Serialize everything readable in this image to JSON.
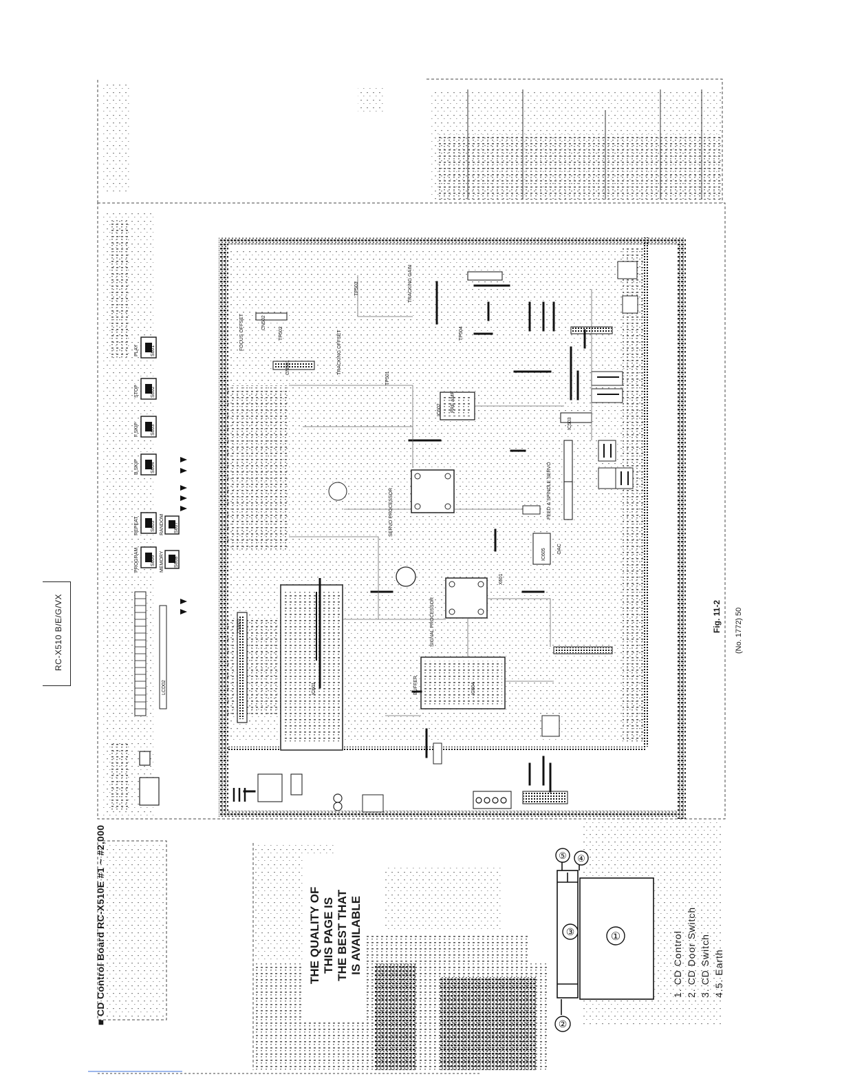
{
  "header": {
    "model": "RC-X510 B/E/G/VX",
    "board_title": "■ CD Control Board RC-X510E #1 ~ #2,000"
  },
  "quality_note": [
    "THE QUALITY OF",
    "THIS PAGE IS",
    "THE BEST THAT",
    "IS AVAILABLE"
  ],
  "figure": {
    "label": "Fig. 11-2",
    "page_ref": "(No. 1772) 50"
  },
  "chips": {
    "servo": "SERVO PROCESSOR",
    "signal": "SIGNAL PROCESSOR",
    "buffer": "BUFFER",
    "ic601": "IC601",
    "ic604": "IC604",
    "ic605": "IC605",
    "ic602": "IC602",
    "ic503": "IC503",
    "lcd": "LCD02"
  },
  "board_labels": {
    "tracking_offset": "TRACKING OFFSET",
    "focus_offset": "FOCUS OFFSET",
    "tracking_gain": "TRACKING GAIN",
    "pre_amp": "PRE AMP",
    "feed_servo": "FEED & SPINDLE SERVO",
    "dac": "DAC",
    "tp501": "TP501",
    "tp502": "TP502",
    "tp503": "TP503",
    "tp504": "TP504",
    "cn501": "CN501",
    "cn502": "CN502",
    "cn601": "CN601",
    "x601": "X601"
  },
  "switches": [
    {
      "ref": "S601",
      "label": "PLAY"
    },
    {
      "ref": "S602",
      "label": "STOP"
    },
    {
      "ref": "S603",
      "label": "F.SKIP"
    },
    {
      "ref": "S604",
      "label": "B.SKIP"
    },
    {
      "ref": "S605",
      "label": "REPEAT"
    },
    {
      "ref": "S606",
      "label": "PROGRAM"
    },
    {
      "ref": "S607",
      "label": "RANDOM"
    },
    {
      "ref": "S608",
      "label": "MEMORY"
    }
  ],
  "callouts": [
    "①",
    "②",
    "③",
    "④",
    "⑤"
  ],
  "legend": [
    "1. CD Control",
    "2. CD Door Switch",
    "3. CD Switch",
    "4.5.  Earth"
  ]
}
